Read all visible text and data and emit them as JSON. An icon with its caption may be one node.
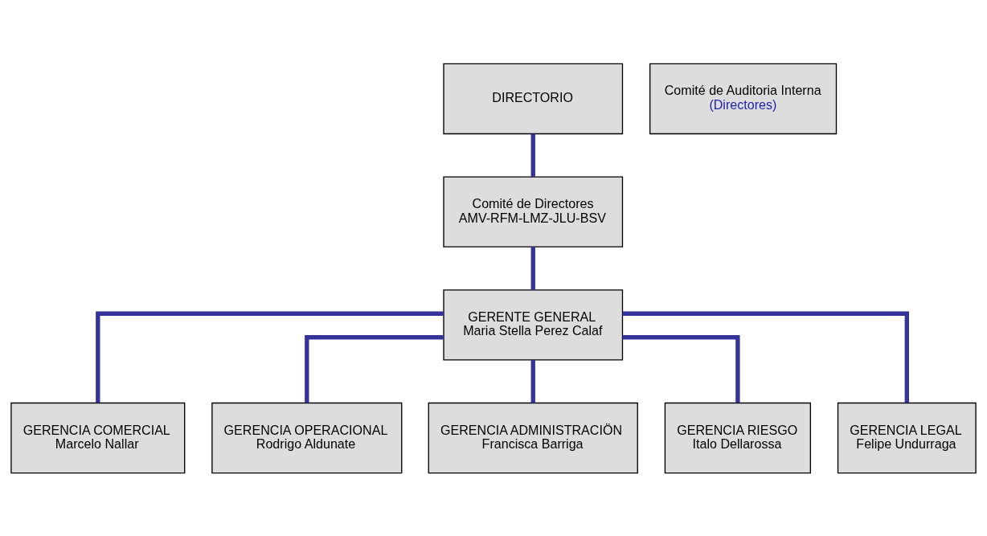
{
  "diagram": {
    "nodes": [
      {
        "text": [
          "DIRECTORIO"
        ]
      },
      {
        "text": [
          "Comité de Auditoria Interna",
          "(Directores)"
        ]
      },
      {
        "text": [
          "Comité de Directores",
          "AMV-RFM-LMZ-JLU-BSV"
        ]
      },
      {
        "text": [
          "GERENTE GENERAL",
          "Maria Stella Perez Calaf"
        ]
      },
      {
        "text": [
          "GERENCIA COMERCIAL",
          "Marcelo Nallar"
        ]
      },
      {
        "text": [
          "GERENCIA OPERACIONAL",
          "Rodrigo Aldunate"
        ]
      },
      {
        "text": [
          "GERENCIA ADMINISTRACIÖN",
          "Francisca Barriga"
        ]
      },
      {
        "text": [
          "GERENCIA RIESGO",
          "Italo Dellarossa"
        ]
      },
      {
        "text": [
          "GERENCIA LEGAL",
          "Felipe Undurraga"
        ]
      }
    ],
    "edges": [
      {
        "from": 0,
        "to": 2,
        "arrow": "none"
      },
      {
        "from": 2,
        "to": 3,
        "arrow": "none"
      },
      {
        "from": 3,
        "to": 4,
        "arrow": "none"
      },
      {
        "from": 3,
        "to": 5,
        "arrow": "none"
      },
      {
        "from": 3,
        "to": 6,
        "arrow": "none"
      },
      {
        "from": 3,
        "to": 7,
        "arrow": "none"
      },
      {
        "from": 3,
        "to": 8,
        "arrow": "none"
      }
    ]
  }
}
